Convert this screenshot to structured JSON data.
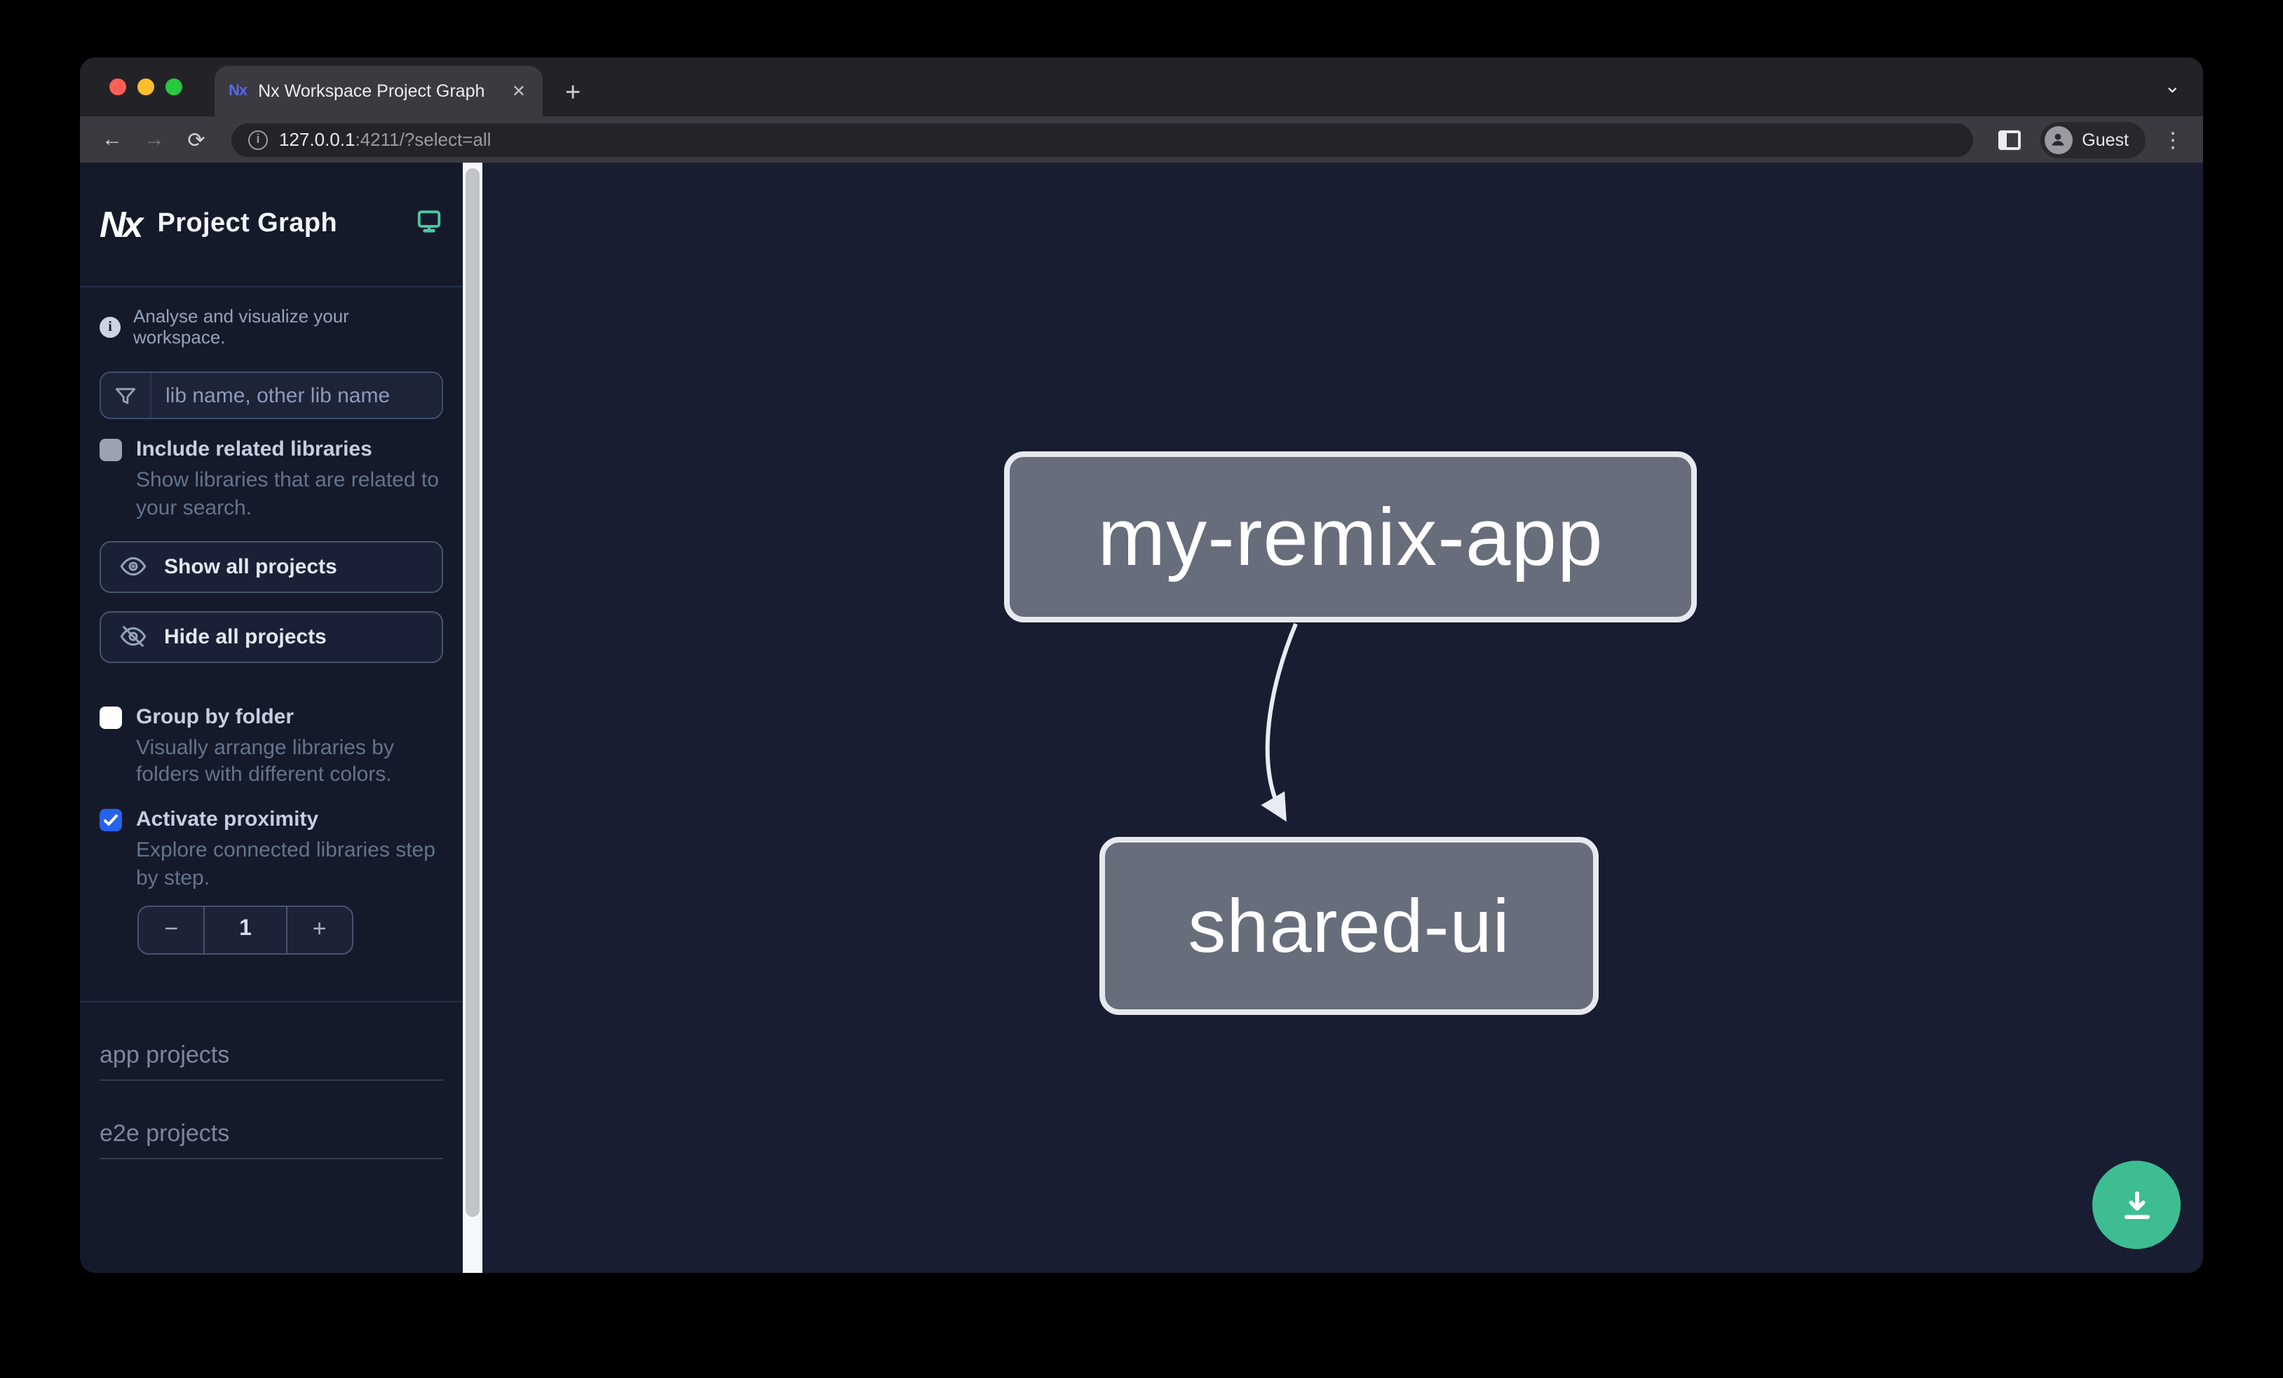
{
  "browser": {
    "tab_title": "Nx Workspace Project Graph",
    "favicon_text": "Nx",
    "close_glyph": "✕",
    "new_tab_glyph": "+",
    "chevron_glyph": "⌄",
    "back_glyph": "←",
    "forward_glyph": "→",
    "reload_glyph": "⟳",
    "info_glyph": "i",
    "url_host": "127.0.0.1",
    "url_rest": ":4211/?select=all",
    "profile_label": "Guest",
    "menu_glyph": "⋮"
  },
  "sidebar": {
    "logo_text": "Nx",
    "title": "Project Graph",
    "tagline": "Analyse and visualize your workspace.",
    "info_glyph": "i",
    "search_placeholder": "lib name, other lib name",
    "include_related": {
      "label": "Include related libraries",
      "description": "Show libraries that are related to your search.",
      "checked": false
    },
    "show_all_label": "Show all projects",
    "hide_all_label": "Hide all projects",
    "group_by_folder": {
      "label": "Group by folder",
      "description": "Visually arrange libraries by folders with different colors.",
      "checked": false
    },
    "proximity": {
      "label": "Activate proximity",
      "description": "Explore connected libraries step by step.",
      "checked": true
    },
    "stepper": {
      "decrement": "−",
      "value": "1",
      "increment": "+"
    },
    "sections": [
      {
        "label": "app projects"
      },
      {
        "label": "e2e projects"
      }
    ]
  },
  "graph": {
    "nodes": [
      {
        "label": "my-remix-app",
        "type": "app"
      },
      {
        "label": "shared-ui",
        "type": "lib"
      }
    ],
    "edge": {
      "source": "my-remix-app",
      "target": "shared-ui"
    }
  },
  "colors": {
    "accent_checkbox": "#2563eb",
    "fab_green": "#3ebd93",
    "monitor_teal": "#4dc9a2",
    "node_fill": "#6b7280",
    "node_border": "#e7e9ee",
    "sidebar_bg": "#151a2b",
    "graph_bg": "#181d31"
  }
}
